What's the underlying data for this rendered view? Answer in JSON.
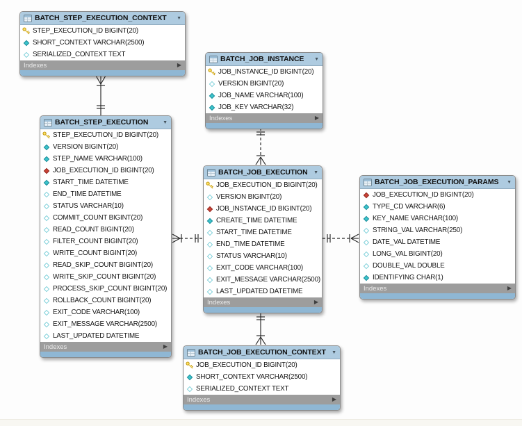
{
  "diagram": {
    "icons": {
      "collapse_caret": "▼",
      "indexes_arrow": "▶"
    },
    "colors": {
      "table_header": "#aecbe0",
      "table_footer": "#9d9d9d",
      "table_bottom_bar": "#8fb7d4",
      "primary_key_icon": "#f2c73a",
      "notnull_column_icon": "#3cc5cd",
      "nullable_column_icon": "#7fd0da",
      "foreign_key_icon": "#cb4337",
      "relationship_line": "#262626"
    },
    "tables": [
      {
        "id": "batch_step_execution_context",
        "title": "BATCH_STEP_EXECUTION_CONTEXT",
        "footer": "Indexes",
        "columns": [
          {
            "label": "STEP_EXECUTION_ID BIGINT(20)",
            "icon": "primary-key"
          },
          {
            "label": "SHORT_CONTEXT VARCHAR(2500)",
            "icon": "notnull"
          },
          {
            "label": "SERIALIZED_CONTEXT TEXT",
            "icon": "nullable"
          }
        ]
      },
      {
        "id": "batch_job_instance",
        "title": "BATCH_JOB_INSTANCE",
        "footer": "Indexes",
        "columns": [
          {
            "label": "JOB_INSTANCE_ID BIGINT(20)",
            "icon": "primary-key"
          },
          {
            "label": "VERSION BIGINT(20)",
            "icon": "nullable"
          },
          {
            "label": "JOB_NAME VARCHAR(100)",
            "icon": "notnull"
          },
          {
            "label": "JOB_KEY VARCHAR(32)",
            "icon": "notnull"
          }
        ]
      },
      {
        "id": "batch_step_execution",
        "title": "BATCH_STEP_EXECUTION",
        "footer": "Indexes",
        "columns": [
          {
            "label": "STEP_EXECUTION_ID BIGINT(20)",
            "icon": "primary-key"
          },
          {
            "label": "VERSION BIGINT(20)",
            "icon": "notnull"
          },
          {
            "label": "STEP_NAME VARCHAR(100)",
            "icon": "notnull"
          },
          {
            "label": "JOB_EXECUTION_ID BIGINT(20)",
            "icon": "fk"
          },
          {
            "label": "START_TIME DATETIME",
            "icon": "notnull"
          },
          {
            "label": "END_TIME DATETIME",
            "icon": "nullable"
          },
          {
            "label": "STATUS VARCHAR(10)",
            "icon": "nullable"
          },
          {
            "label": "COMMIT_COUNT BIGINT(20)",
            "icon": "nullable"
          },
          {
            "label": "READ_COUNT BIGINT(20)",
            "icon": "nullable"
          },
          {
            "label": "FILTER_COUNT BIGINT(20)",
            "icon": "nullable"
          },
          {
            "label": "WRITE_COUNT BIGINT(20)",
            "icon": "nullable"
          },
          {
            "label": "READ_SKIP_COUNT BIGINT(20)",
            "icon": "nullable"
          },
          {
            "label": "WRITE_SKIP_COUNT BIGINT(20)",
            "icon": "nullable"
          },
          {
            "label": "PROCESS_SKIP_COUNT BIGINT(20)",
            "icon": "nullable"
          },
          {
            "label": "ROLLBACK_COUNT BIGINT(20)",
            "icon": "nullable"
          },
          {
            "label": "EXIT_CODE VARCHAR(100)",
            "icon": "nullable"
          },
          {
            "label": "EXIT_MESSAGE VARCHAR(2500)",
            "icon": "nullable"
          },
          {
            "label": "LAST_UPDATED DATETIME",
            "icon": "nullable"
          }
        ]
      },
      {
        "id": "batch_job_execution",
        "title": "BATCH_JOB_EXECUTION",
        "footer": "Indexes",
        "columns": [
          {
            "label": "JOB_EXECUTION_ID BIGINT(20)",
            "icon": "primary-key"
          },
          {
            "label": "VERSION BIGINT(20)",
            "icon": "nullable"
          },
          {
            "label": "JOB_INSTANCE_ID BIGINT(20)",
            "icon": "fk"
          },
          {
            "label": "CREATE_TIME DATETIME",
            "icon": "notnull"
          },
          {
            "label": "START_TIME DATETIME",
            "icon": "nullable"
          },
          {
            "label": "END_TIME DATETIME",
            "icon": "nullable"
          },
          {
            "label": "STATUS VARCHAR(10)",
            "icon": "nullable"
          },
          {
            "label": "EXIT_CODE VARCHAR(100)",
            "icon": "nullable"
          },
          {
            "label": "EXIT_MESSAGE VARCHAR(2500)",
            "icon": "nullable"
          },
          {
            "label": "LAST_UPDATED DATETIME",
            "icon": "nullable"
          }
        ]
      },
      {
        "id": "batch_job_execution_params",
        "title": "BATCH_JOB_EXECUTION_PARAMS",
        "footer": "Indexes",
        "columns": [
          {
            "label": "JOB_EXECUTION_ID BIGINT(20)",
            "icon": "fk"
          },
          {
            "label": "TYPE_CD VARCHAR(6)",
            "icon": "notnull"
          },
          {
            "label": "KEY_NAME VARCHAR(100)",
            "icon": "notnull"
          },
          {
            "label": "STRING_VAL VARCHAR(250)",
            "icon": "nullable"
          },
          {
            "label": "DATE_VAL DATETIME",
            "icon": "nullable"
          },
          {
            "label": "LONG_VAL BIGINT(20)",
            "icon": "nullable"
          },
          {
            "label": "DOUBLE_VAL DOUBLE",
            "icon": "nullable"
          },
          {
            "label": "IDENTIFYING CHAR(1)",
            "icon": "notnull"
          }
        ]
      },
      {
        "id": "batch_job_execution_context",
        "title": "BATCH_JOB_EXECUTION_CONTEXT",
        "footer": "Indexes",
        "columns": [
          {
            "label": "JOB_EXECUTION_ID BIGINT(20)",
            "icon": "primary-key"
          },
          {
            "label": "SHORT_CONTEXT VARCHAR(2500)",
            "icon": "notnull"
          },
          {
            "label": "SERIALIZED_CONTEXT TEXT",
            "icon": "nullable"
          }
        ]
      }
    ],
    "relationships": [
      {
        "id": "rel_stepexec_stepctx",
        "one_side": "BATCH_STEP_EXECUTION",
        "many_side": "BATCH_STEP_EXECUTION_CONTEXT",
        "line": "solid"
      },
      {
        "id": "rel_jobinstance_jobexec",
        "one_side": "BATCH_JOB_INSTANCE",
        "many_side": "BATCH_JOB_EXECUTION",
        "line": "dashed"
      },
      {
        "id": "rel_jobexec_stepexec",
        "one_side": "BATCH_JOB_EXECUTION",
        "many_side": "BATCH_STEP_EXECUTION",
        "line": "dashed"
      },
      {
        "id": "rel_jobexec_params",
        "one_side": "BATCH_JOB_EXECUTION",
        "many_side": "BATCH_JOB_EXECUTION_PARAMS",
        "line": "dashed"
      },
      {
        "id": "rel_jobexec_jobctx",
        "one_side": "BATCH_JOB_EXECUTION",
        "many_side": "BATCH_JOB_EXECUTION_CONTEXT",
        "line": "solid"
      }
    ]
  }
}
